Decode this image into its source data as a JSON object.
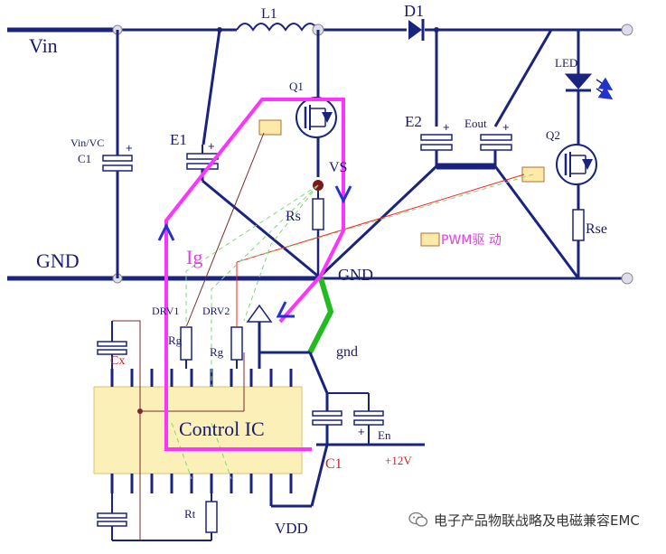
{
  "labels": {
    "vin": "Vin",
    "gnd_left": "GND",
    "l1": "L1",
    "d1": "D1",
    "led": "LED",
    "q1": "Q1",
    "q2": "Q2",
    "e1": "E1",
    "e2": "E2",
    "eout": "Eout",
    "vin_vc": "Vin/VC",
    "c1_top": "C1",
    "vs": "VS",
    "rs": "Rs",
    "rse": "Rse",
    "ig": "Ig",
    "gnd_center": "GND",
    "gnd_lower": "gnd",
    "drv1": "DRV1",
    "drv2": "DRV2",
    "rg1": "Rg",
    "rg2": "Rg",
    "cx": "Cx",
    "control_ic": "Control IC",
    "en": "En",
    "v12": "+12V",
    "c1_bottom": "C1",
    "rt": "Rt",
    "vdd": "VDD",
    "pwm": "PWM驱 动",
    "plus": "+"
  },
  "watermark": {
    "text": "电子产品物联战略及电磁兼容EMC",
    "icon": "wechat-icon"
  },
  "colors": {
    "wire": "#1a237e",
    "magenta": "#ff33ff",
    "green_trace": "#22bb22",
    "red_trace": "#ff2222",
    "brown_trace": "#7a2a2a",
    "dashed_green": "#7ed87e",
    "ic_fill": "#fbf0b8",
    "gate_box": "#fde9a8",
    "label_dark": "#1a1a6e",
    "label_red": "#cc2222"
  }
}
